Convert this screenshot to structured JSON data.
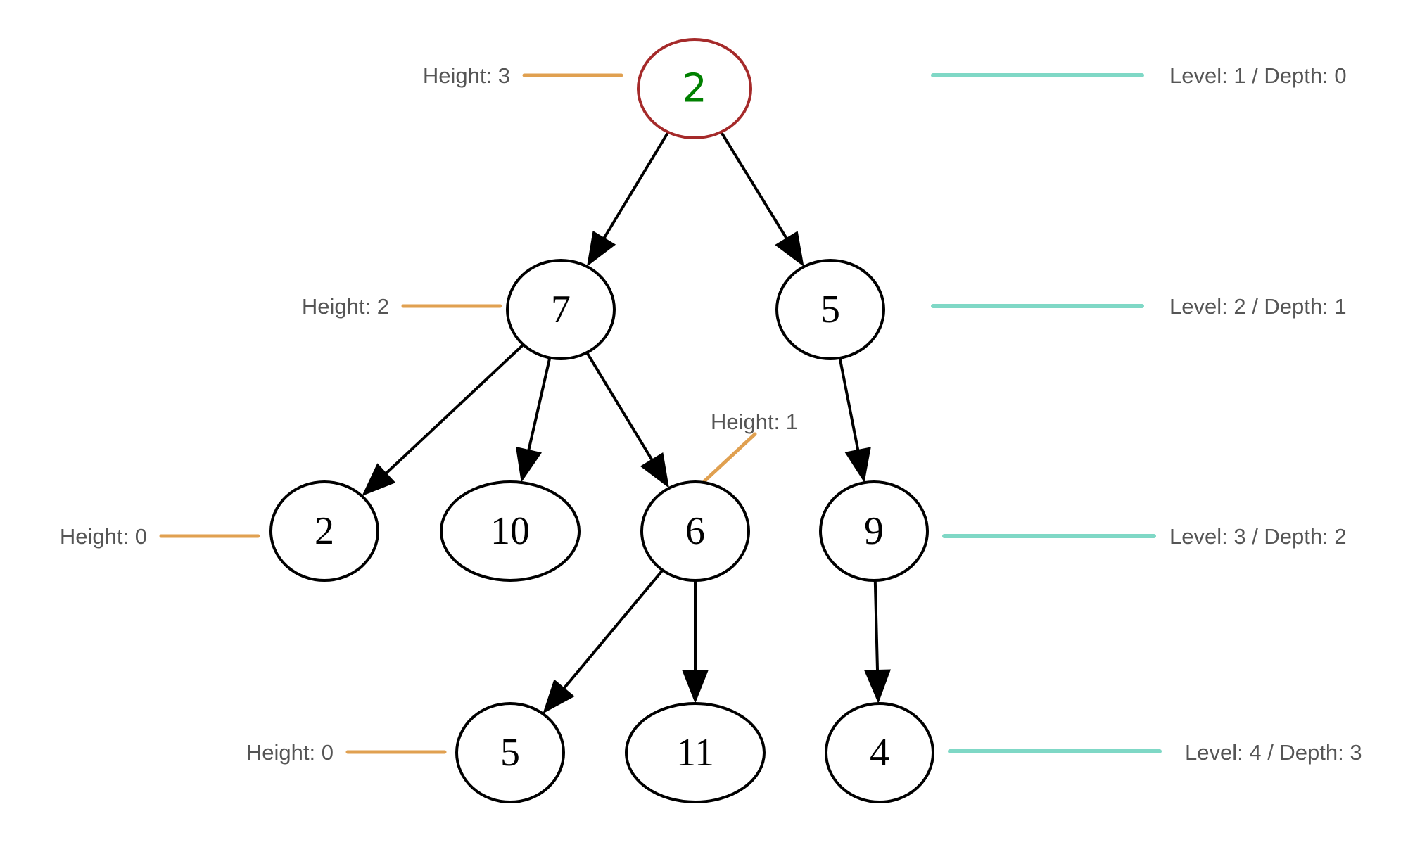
{
  "colors": {
    "root_node_border": "#a52a2a",
    "root_node_text": "#008000",
    "node_border": "#000000",
    "edge": "#000000",
    "height_marker": "#e0a050",
    "level_marker": "#7fd8c6",
    "annotation_text": "#555555"
  },
  "tree": {
    "nodes": {
      "root": {
        "label": "2"
      },
      "n7": {
        "label": "7"
      },
      "n5a": {
        "label": "5"
      },
      "n2": {
        "label": "2"
      },
      "n10": {
        "label": "10"
      },
      "n6": {
        "label": "6"
      },
      "n9": {
        "label": "9"
      },
      "n5b": {
        "label": "5"
      },
      "n11": {
        "label": "11"
      },
      "n4": {
        "label": "4"
      }
    },
    "edges": [
      {
        "from": "root",
        "to": "n7"
      },
      {
        "from": "root",
        "to": "n5a"
      },
      {
        "from": "n7",
        "to": "n2"
      },
      {
        "from": "n7",
        "to": "n10"
      },
      {
        "from": "n7",
        "to": "n6"
      },
      {
        "from": "n5a",
        "to": "n9"
      },
      {
        "from": "n6",
        "to": "n5b"
      },
      {
        "from": "n6",
        "to": "n11"
      },
      {
        "from": "n9",
        "to": "n4"
      }
    ]
  },
  "annotations": {
    "heights": {
      "root": "Height: 3",
      "n7": "Height: 2",
      "n6": "Height: 1",
      "n2": "Height: 0",
      "n5b": "Height: 0"
    },
    "levels": {
      "level1": "Level: 1 / Depth: 0",
      "level2": "Level: 2 / Depth: 1",
      "level3": "Level: 3 / Depth: 2",
      "level4": "Level: 4 / Depth: 3"
    }
  }
}
